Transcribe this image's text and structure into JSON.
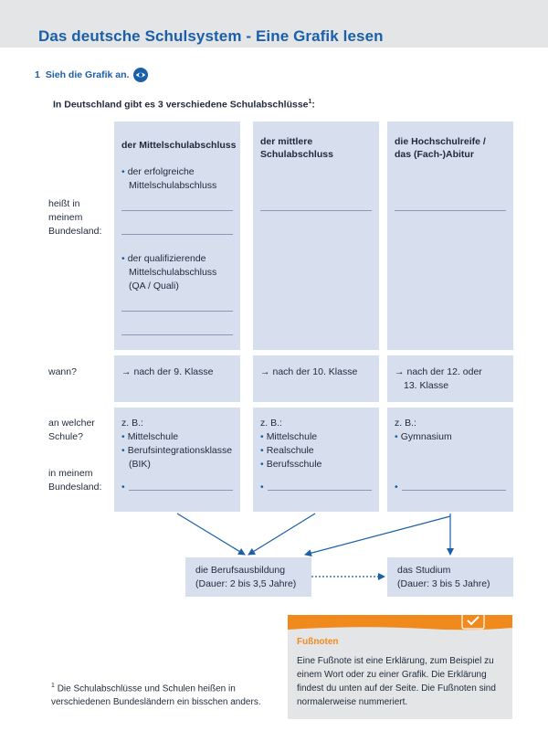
{
  "header": {
    "title": "Das deutsche Schulsystem - Eine Grafik lesen"
  },
  "task": {
    "number": "1",
    "label": "Sieh die Grafik an.",
    "icon": "eye-icon"
  },
  "intro": {
    "text": "In Deutschland gibt es 3 verschiedene Schulabschlüsse",
    "sup": "1",
    "suffix": ":"
  },
  "row_labels": {
    "name": [
      "heißt in",
      "meinem",
      "Bundesland:"
    ],
    "when": "wann?",
    "school": [
      "an welcher",
      "Schule?"
    ],
    "state": [
      "in meinem",
      "Bundesland:"
    ]
  },
  "columns": [
    {
      "heading": [
        "der Mittelschulabschluss"
      ],
      "name_bullets": [
        [
          "der erfolgreiche",
          "Mittelschulabschluss"
        ],
        [
          "der qualifizierende",
          "Mittelschulabschluss",
          "(QA / Quali)"
        ]
      ],
      "when": [
        "nach der 9. Klasse"
      ],
      "school_prefix": "z. B.:",
      "schools": [
        [
          "Mittelschule"
        ],
        [
          "Berufsintegrationsklasse",
          "(BIK)"
        ]
      ]
    },
    {
      "heading": [
        "der mittlere",
        "Schulabschluss"
      ],
      "when": [
        "nach der 10. Klasse"
      ],
      "school_prefix": "z. B.:",
      "schools": [
        [
          "Mittelschule"
        ],
        [
          "Realschule"
        ],
        [
          "Berufsschule"
        ]
      ]
    },
    {
      "heading": [
        "die Hochschulreife /",
        "das (Fach-)Abitur"
      ],
      "when": [
        "nach der 12. oder",
        "13. Klasse"
      ],
      "school_prefix": "z. B.:",
      "schools": [
        [
          "Gymnasium"
        ]
      ]
    }
  ],
  "results": {
    "apprenticeship": [
      "die Berufsausbildung",
      "(Dauer: 2 bis 3,5 Jahre)"
    ],
    "study": [
      "das Studium",
      "(Dauer: 3 bis 5 Jahre)"
    ]
  },
  "footnote_box": {
    "title": "Fußnoten",
    "text": "Eine Fußnote ist eine Erklärung, zum Beispiel zu einem Wort oder zu einer Grafik. Die Erklärung findest du unten auf der Seite. Die Fußnoten sind normalerweise nummeriert.",
    "icon": "check-icon"
  },
  "footnote": {
    "sup": "1",
    "text": "Die Schulabschlüsse und Schulen heißen in verschiedenen Bundesländern ein bisschen anders."
  },
  "colors": {
    "brand_blue": "#1b5fa8",
    "box_fill": "#d7deee",
    "accent_orange": "#f08a1c",
    "grey_band": "#e4e5e7"
  }
}
